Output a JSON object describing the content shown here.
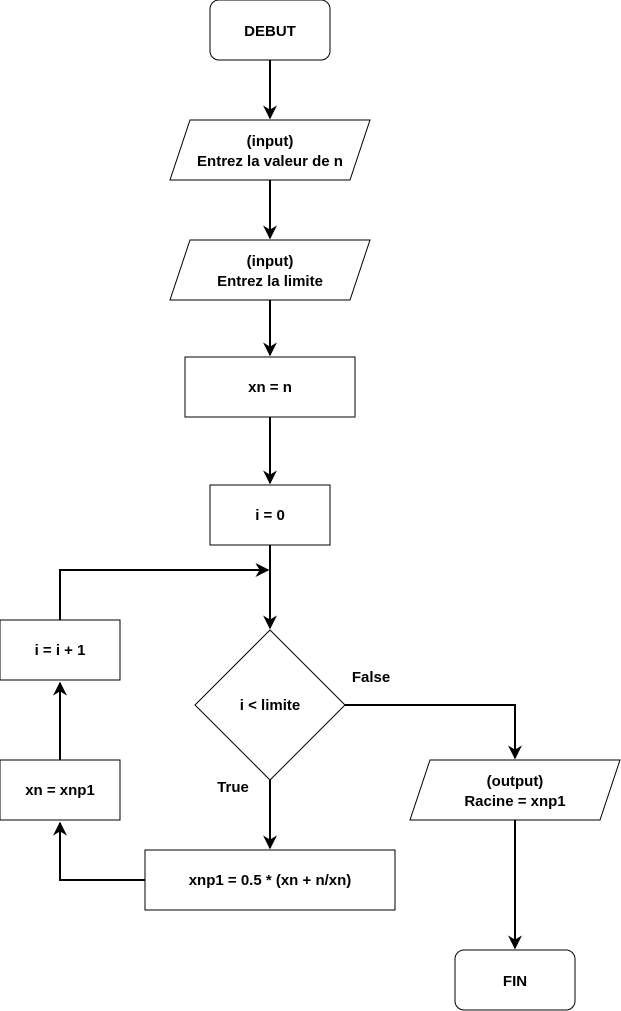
{
  "diagram": {
    "start": "DEBUT",
    "input_n": {
      "line1": "(input)",
      "line2": "Entrez la valeur de n"
    },
    "input_limit": {
      "line1": "(input)",
      "line2": "Entrez la limite"
    },
    "assign_xn": "xn = n",
    "init_i": "i = 0",
    "condition": "i < limite",
    "false_label": "False",
    "true_label": "True",
    "compute": "xnp1 = 0.5 * (xn + n/xn)",
    "update_xn": "xn = xnp1",
    "increment_i": "i = i + 1",
    "output": {
      "line1": "(output)",
      "line2": "Racine = xnp1"
    },
    "end": "FIN"
  }
}
